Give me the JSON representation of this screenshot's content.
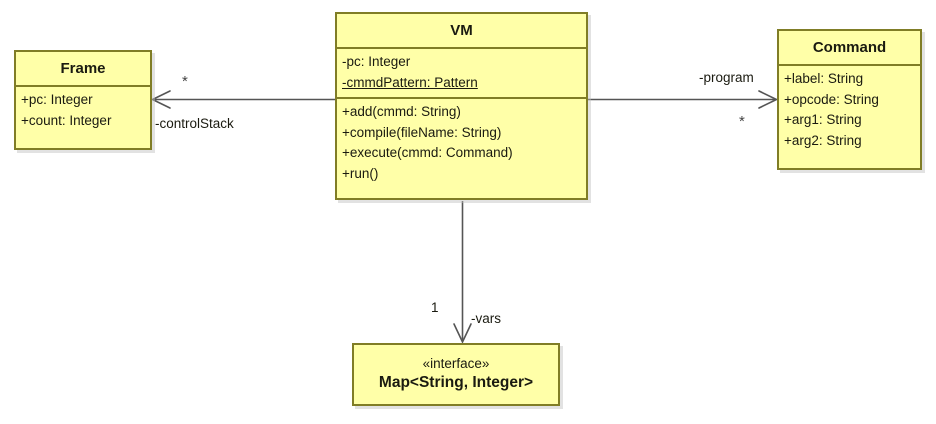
{
  "diagram": {
    "type": "uml-class-diagram",
    "colors": {
      "box_fill": "#ffffa8",
      "box_border": "#807d26",
      "line": "#555555",
      "text": "#1a1a10",
      "background": "#ffffff"
    }
  },
  "classes": {
    "frame": {
      "name": "Frame",
      "attributes": [
        "+pc: Integer",
        "+count: Integer"
      ]
    },
    "vm": {
      "name": "VM",
      "attributes": [
        {
          "text": "-pc: Integer",
          "static": false
        },
        {
          "text": "-cmmdPattern: Pattern",
          "static": true
        }
      ],
      "operations": [
        "+add(cmmd: String)",
        "+compile(fileName: String)",
        "+execute(cmmd: Command)",
        "+run()"
      ]
    },
    "command": {
      "name": "Command",
      "attributes": [
        "+label: String",
        "+opcode: String",
        "+arg1: String",
        "+arg2: String"
      ]
    },
    "map": {
      "stereotype": "«interface»",
      "name": "Map<String, Integer>"
    }
  },
  "associations": {
    "vm_to_frame": {
      "role": "-controlStack",
      "multiplicity": "*"
    },
    "vm_to_command": {
      "role": "-program",
      "multiplicity": "*"
    },
    "vm_to_map": {
      "role": "-vars",
      "multiplicity": "1"
    }
  }
}
